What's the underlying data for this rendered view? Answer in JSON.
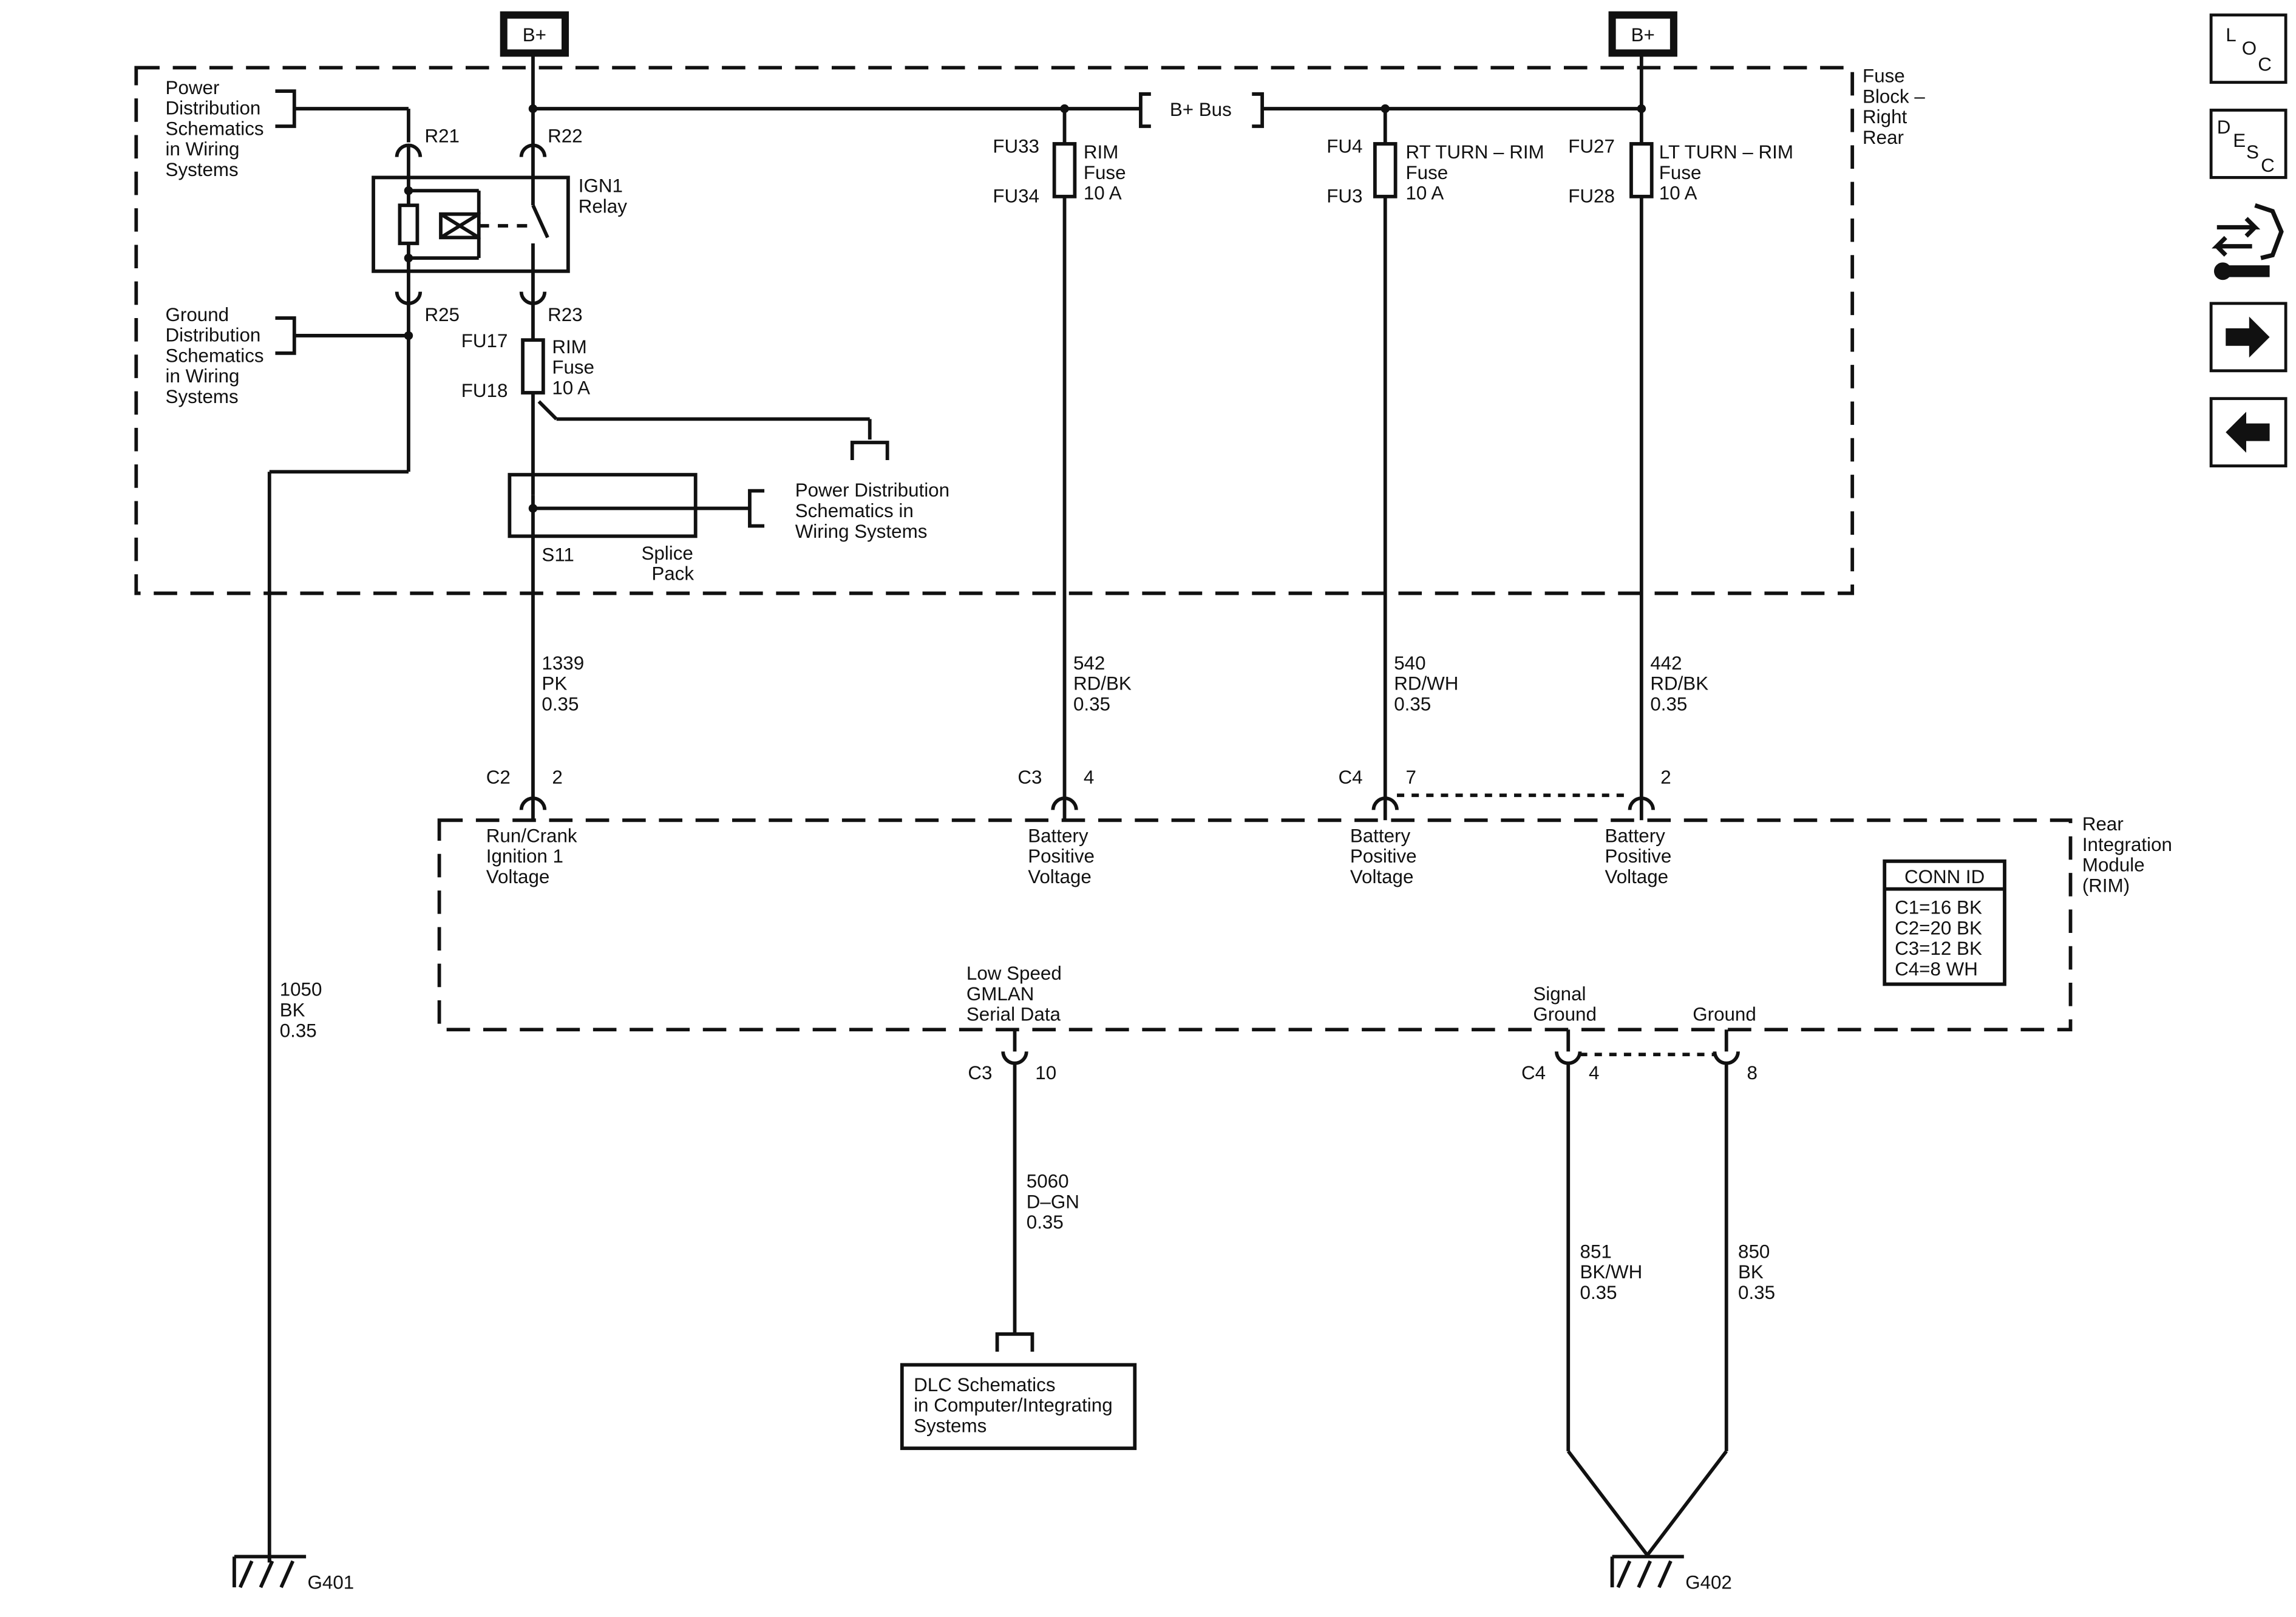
{
  "power": {
    "left": "B+",
    "right": "B+",
    "bus": "B+ Bus"
  },
  "fuse_block": {
    "title": [
      "Fuse",
      "Block –",
      "Right",
      "Rear"
    ]
  },
  "refs": {
    "power_dist_top": [
      "Power",
      "Distribution",
      "Schematics",
      "in Wiring",
      "Systems"
    ],
    "ground_dist": [
      "Ground",
      "Distribution",
      "Schematics",
      "in Wiring",
      "Systems"
    ],
    "power_dist_splice": [
      "Power Distribution",
      "Schematics in",
      "Wiring Systems"
    ],
    "dlc": [
      "DLC Schematics",
      "in Computer/Integrating",
      "Systems"
    ]
  },
  "relay": {
    "name": [
      "IGN1",
      "Relay"
    ],
    "pins": [
      "R21",
      "R22",
      "R25",
      "R23"
    ]
  },
  "fuses": [
    {
      "top": "FU17",
      "bottom": "FU18",
      "label": [
        "RIM",
        "Fuse",
        "10 A"
      ]
    },
    {
      "top": "FU33",
      "bottom": "FU34",
      "label": [
        "RIM",
        "Fuse",
        "10 A"
      ]
    },
    {
      "top": "FU4",
      "bottom": "FU3",
      "label": [
        "RT TURN – RIM",
        "Fuse",
        "10 A"
      ]
    },
    {
      "top": "FU27",
      "bottom": "FU28",
      "label": [
        "LT TURN – RIM",
        "Fuse",
        "10 A"
      ]
    }
  ],
  "splice": {
    "id": "S11",
    "label": [
      "Splice",
      "Pack"
    ]
  },
  "wires": [
    {
      "circuit": "1339",
      "color": "PK",
      "size": "0.35"
    },
    {
      "circuit": "542",
      "color": "RD/BK",
      "size": "0.35"
    },
    {
      "circuit": "540",
      "color": "RD/WH",
      "size": "0.35"
    },
    {
      "circuit": "442",
      "color": "RD/BK",
      "size": "0.35"
    },
    {
      "circuit": "1050",
      "color": "BK",
      "size": "0.35"
    },
    {
      "circuit": "5060",
      "color": "D–GN",
      "size": "0.35"
    },
    {
      "circuit": "851",
      "color": "BK/WH",
      "size": "0.35"
    },
    {
      "circuit": "850",
      "color": "BK",
      "size": "0.35"
    }
  ],
  "connectors_top": [
    {
      "conn": "C2",
      "pin": "2",
      "label": [
        "Run/Crank",
        "Ignition 1",
        "Voltage"
      ]
    },
    {
      "conn": "C3",
      "pin": "4",
      "label": [
        "Battery",
        "Positive",
        "Voltage"
      ]
    },
    {
      "conn": "C4",
      "pin": "7",
      "label": [
        "Battery",
        "Positive",
        "Voltage"
      ]
    },
    {
      "conn": "",
      "pin": "2",
      "label": [
        "Battery",
        "Positive",
        "Voltage"
      ]
    }
  ],
  "connectors_bottom": [
    {
      "conn": "C3",
      "pin": "10",
      "label": [
        "Low Speed",
        "GMLAN",
        "Serial Data"
      ]
    },
    {
      "conn": "C4",
      "pin": "4",
      "label": [
        "Signal",
        "Ground"
      ]
    },
    {
      "conn": "",
      "pin": "8",
      "label": [
        "Ground"
      ]
    }
  ],
  "module": {
    "title": [
      "Rear",
      "Integration",
      "Module",
      "(RIM)"
    ]
  },
  "conn_id": {
    "title": "CONN ID",
    "rows": [
      "C1=16 BK",
      "C2=20 BK",
      "C3=12 BK",
      "C4=8 WH"
    ]
  },
  "grounds": {
    "left": "G401",
    "right": "G402"
  },
  "nav": {
    "loc": [
      "L",
      "O",
      "C"
    ],
    "desc": [
      "D",
      "E",
      "S",
      "C"
    ]
  }
}
